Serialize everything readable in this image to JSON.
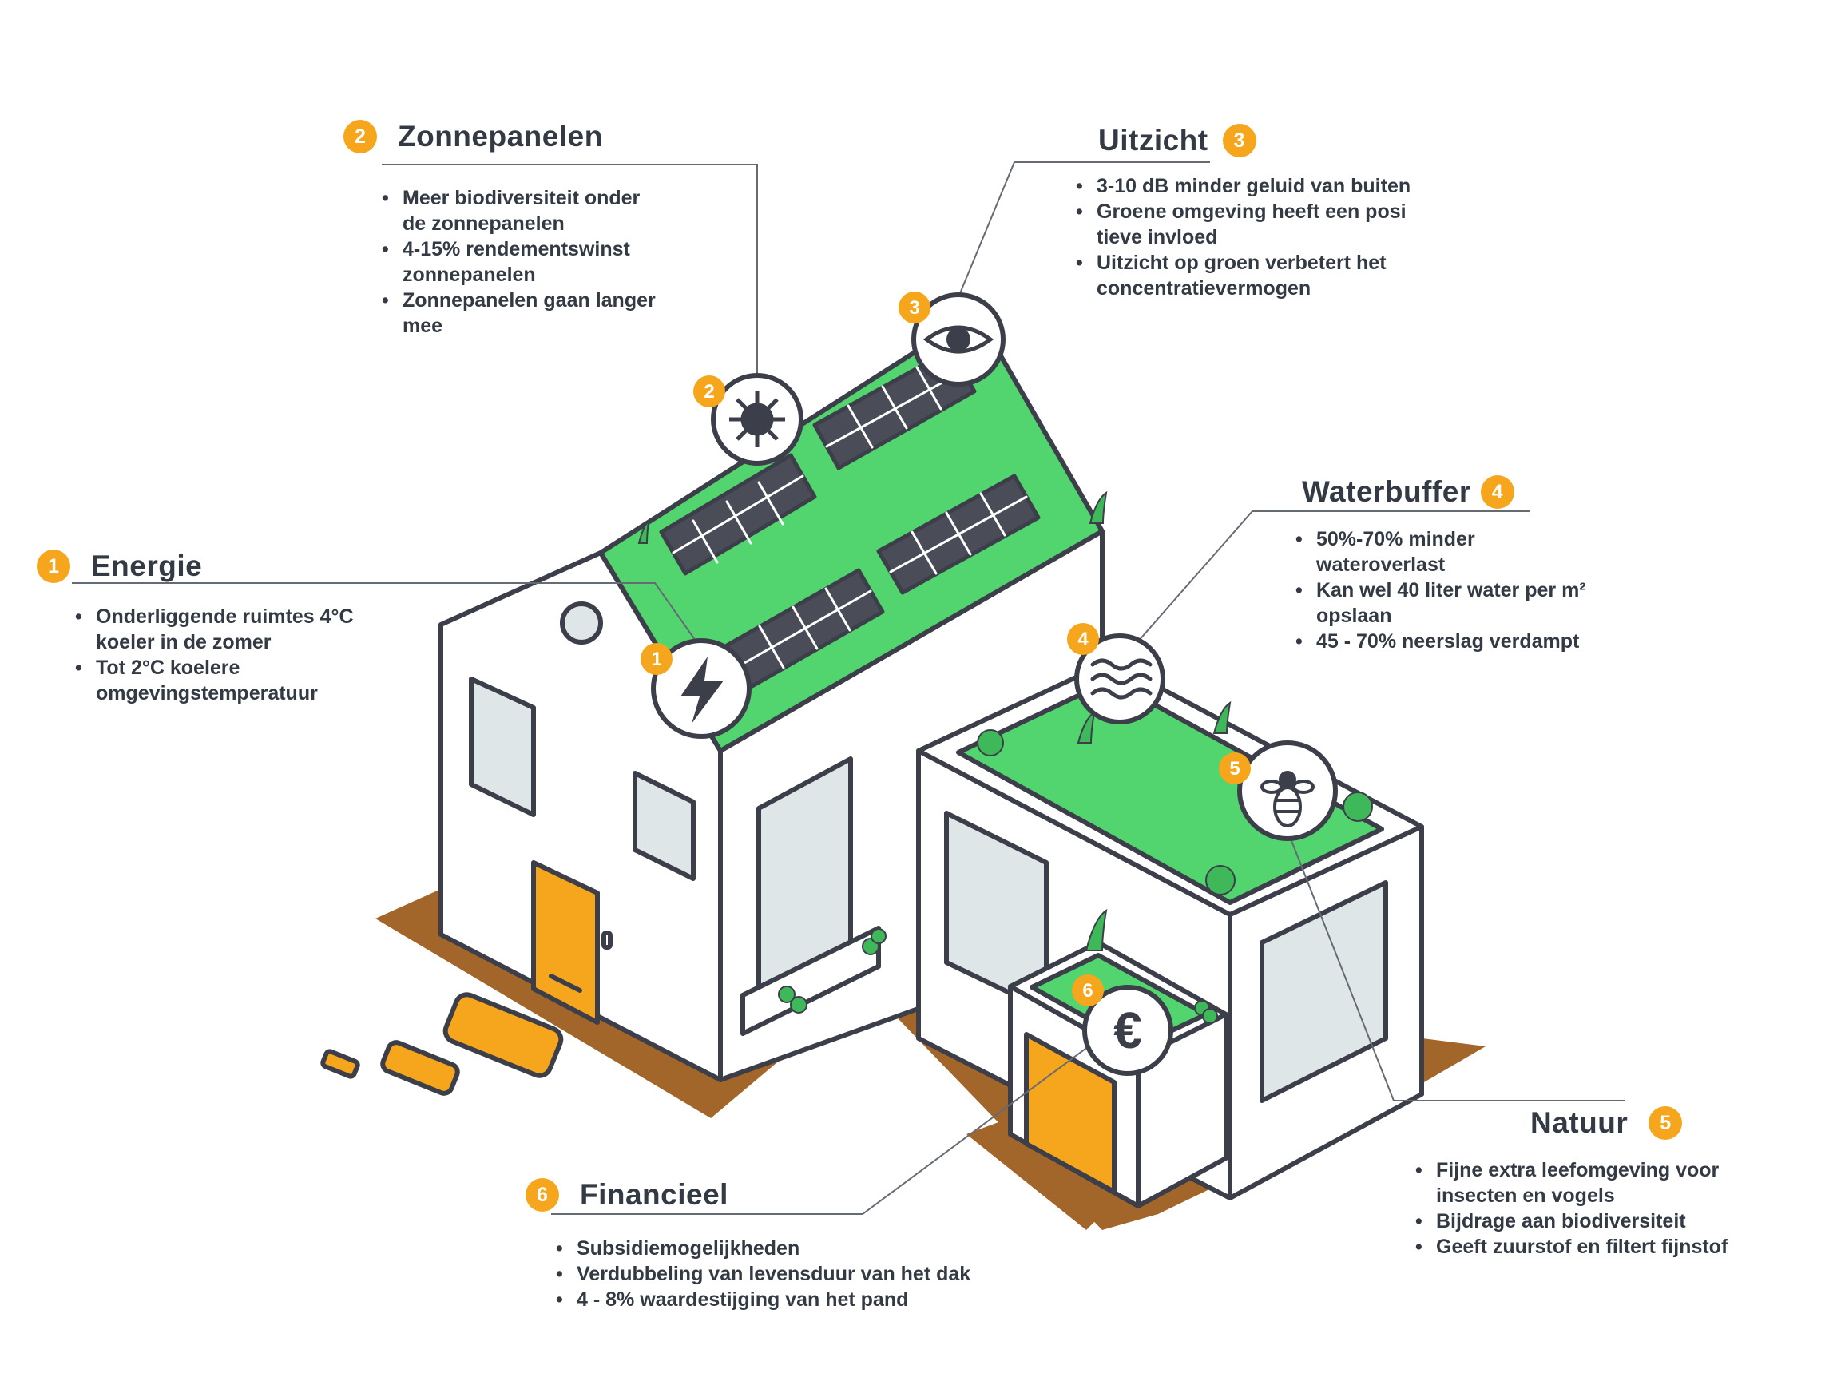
{
  "sections": [
    {
      "number": "1",
      "title": "Energie",
      "points": [
        "Onderliggende ruimtes 4°C\nkoeler in de zomer",
        "Tot 2°C koelere\nomgevingstemperatuur"
      ]
    },
    {
      "number": "2",
      "title": "Zonnepanelen",
      "points": [
        "Meer biodiversiteit onder\nde zonnepanelen",
        "4-15% rendementswinst\nzonnepanelen",
        "Zonnepanelen gaan langer\nmee"
      ]
    },
    {
      "number": "3",
      "title": "Uitzicht",
      "points": [
        "3-10 dB minder  geluid  van  buiten",
        "Groene omgeving  heeft  een  posi\ntieve  invloed",
        "Uitzicht  op  groen  verbetert  het\nconcentratievermogen"
      ]
    },
    {
      "number": "4",
      "title": "Waterbuffer",
      "points": [
        "50%-70% minder\nwateroverlast",
        "Kan wel 40 liter water per m²\nopslaan",
        "45 - 70% neerslag  verdampt"
      ]
    },
    {
      "number": "5",
      "title": "Natuur",
      "points": [
        "Fijne extra leefomgeving voor\ninsecten en vogels",
        "Bijdrage aan biodiversiteit",
        "Geeft zuurstof en filtert fijnstof"
      ]
    },
    {
      "number": "6",
      "title": "Financieel",
      "points": [
        "Subsidiemogelijkheden",
        "Verdubbeling van levensduur van het dak",
        "4 - 8% waardestijging van het pand"
      ]
    }
  ],
  "icons": [
    {
      "number": "1",
      "icon": "lightning-icon",
      "symbol": "⚡"
    },
    {
      "number": "2",
      "icon": "sun-icon",
      "symbol": "☀"
    },
    {
      "number": "3",
      "icon": "eye-icon",
      "symbol": "👁"
    },
    {
      "number": "4",
      "icon": "water-waves-icon",
      "symbol": "≈"
    },
    {
      "number": "5",
      "icon": "bee-icon",
      "symbol": "🐝"
    },
    {
      "number": "6",
      "icon": "euro-icon",
      "symbol": "€"
    }
  ],
  "colors": {
    "accent": "#f6a61c",
    "roof_green": "#52d46f",
    "wall": "#ffffff",
    "outline": "#3c3f4a",
    "ground": "#a2652a",
    "window": "#dfe6e8",
    "panel": "#4a4d57",
    "text": "#333a44"
  }
}
